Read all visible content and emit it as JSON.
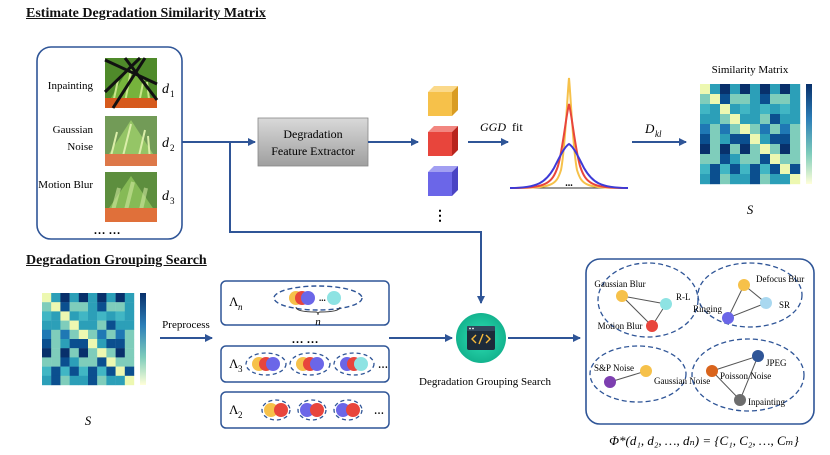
{
  "top_section": {
    "title": "Estimate Degradation Similarity Matrix",
    "inputs": [
      {
        "label": "Inpainting",
        "var": "d",
        "sub": "1"
      },
      {
        "label_line1": "Gaussian",
        "label_line2": "Noise",
        "var": "d",
        "sub": "2"
      },
      {
        "label": "Motion Blur",
        "var": "d",
        "sub": "3"
      }
    ],
    "input_ellipsis": "… …",
    "extractor_line1": "Degradation",
    "extractor_line2": "Feature Extractor",
    "cube_ellipsis": "⋮",
    "ggd_label": "GGD",
    "ggd_suffix": "fit",
    "dots": "...",
    "dkl_label": "D",
    "dkl_sub": "kl",
    "matrix_title": "Similarity Matrix",
    "matrix_symbol": "S",
    "colors": {
      "cube_yellow": "#F6C14A",
      "cube_red": "#E8453C",
      "cube_blue": "#6B66E8",
      "arrow": "#2F5597"
    }
  },
  "bottom_section": {
    "title": "Degradation Grouping Search",
    "matrix_symbol": "S",
    "preprocess_label": "Preprocess",
    "lambda_symbol": "Λ",
    "rows": [
      {
        "sub": "n",
        "count_label": "n"
      },
      {
        "sub": "3",
        "ellipsis": "…"
      },
      {
        "sub": "2",
        "ellipsis": "…"
      }
    ],
    "row_gap_ellipsis": "… …",
    "search_label": "Degradation Grouping Search",
    "search_icon": "code-window-icon",
    "groups": [
      {
        "nodes": [
          "Gaussian Blur",
          "R-L",
          "Motion Blur"
        ]
      },
      {
        "nodes": [
          "Defocus Blur",
          "Ringing",
          "SR"
        ]
      },
      {
        "nodes": [
          "S&P Noise",
          "Gaussian Noise"
        ]
      },
      {
        "nodes": [
          "Poisson Noise",
          "JPEG",
          "Inpainting"
        ]
      }
    ],
    "formula": "Φ*(d₁, d₂, …, dₙ) = {C₁, C₂, …, Cₘ}"
  }
}
